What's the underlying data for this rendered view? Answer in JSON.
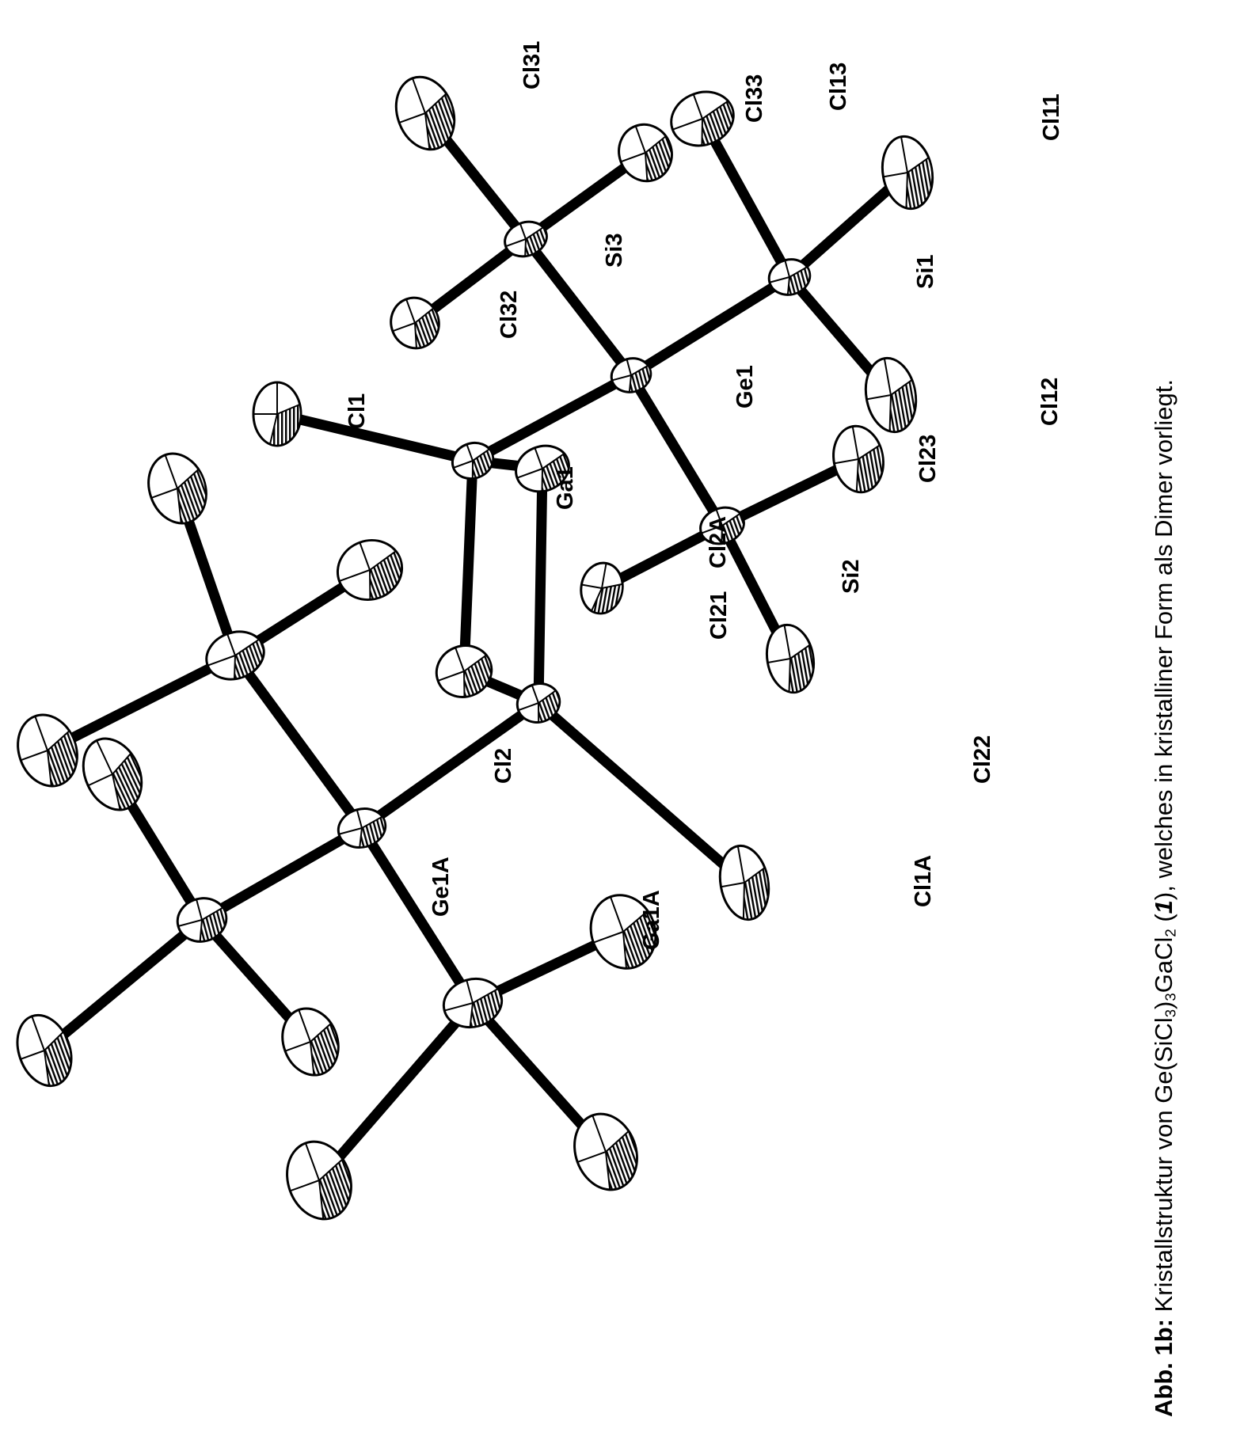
{
  "figure": {
    "labels": {
      "Ga1": "Ga1",
      "Ga1A": "Ga1A",
      "Ge1": "Ge1",
      "Ge1A": "Ge1A",
      "Si1": "Si1",
      "Si2": "Si2",
      "Si3": "Si3",
      "Cl1": "Cl1",
      "Cl1A": "Cl1A",
      "Cl2": "Cl2",
      "Cl2A": "Cl2A",
      "Cl11": "Cl11",
      "Cl12": "Cl12",
      "Cl13": "Cl13",
      "Cl21": "Cl21",
      "Cl22": "Cl22",
      "Cl23": "Cl23",
      "Cl31": "Cl31",
      "Cl32": "Cl32",
      "Cl33": "Cl33"
    }
  },
  "caption": {
    "lead": "Abb. 1b:",
    "text_before": " Kristallstruktur von Ge(SiCl",
    "sub1": "3",
    "text_mid1": ")",
    "sub2": "3",
    "text_mid2": "GaCl",
    "sub3": "2",
    "text_mid3": " (",
    "compound": "1",
    "text_after": "), welches in kristalliner Form als Dimer vorliegt."
  }
}
